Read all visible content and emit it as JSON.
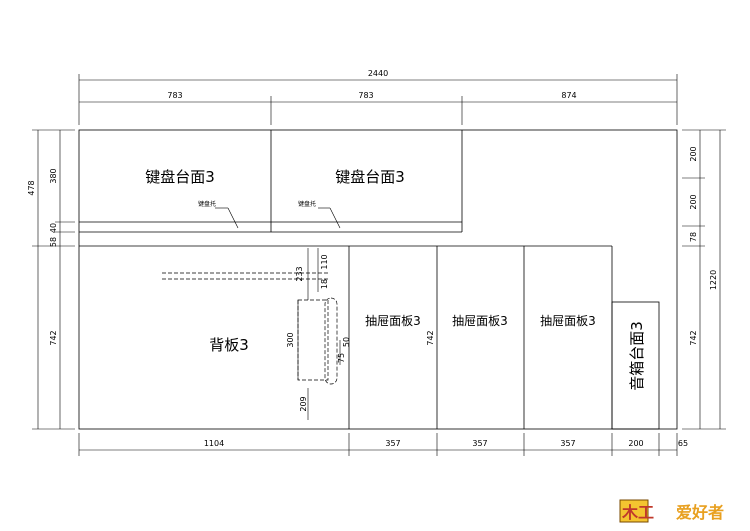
{
  "dimensions": {
    "top_total": "2440",
    "top_a": "783",
    "top_b": "783",
    "top_c": "874",
    "left_outer": "478",
    "left_380": "380",
    "left_58": "58",
    "left_40": "40",
    "left_742": "742",
    "right_200a": "200",
    "right_200b": "200",
    "right_78": "78",
    "right_1220": "1220",
    "right_742": "742",
    "mid_742": "742",
    "bottom_1104": "1104",
    "bottom_357a": "357",
    "bottom_357b": "357",
    "bottom_357c": "357",
    "bottom_200": "200",
    "bottom_65": "65",
    "inner_110": "110",
    "inner_233": "233",
    "inner_18": "18",
    "inner_300": "300",
    "inner_50": "50",
    "inner_75": "75",
    "inner_209": "209"
  },
  "panels": {
    "keyboard_1": "键盘台面3",
    "keyboard_2": "键盘台面3",
    "tray_1": "键盘托",
    "tray_2": "键盘托",
    "back": "背板3",
    "drawer_1": "抽屉面板3",
    "drawer_2": "抽屉面板3",
    "drawer_3": "抽屉面板3",
    "speaker": "音箱台面3"
  },
  "logo": {
    "mark": "木工",
    "name": "爱好者"
  }
}
